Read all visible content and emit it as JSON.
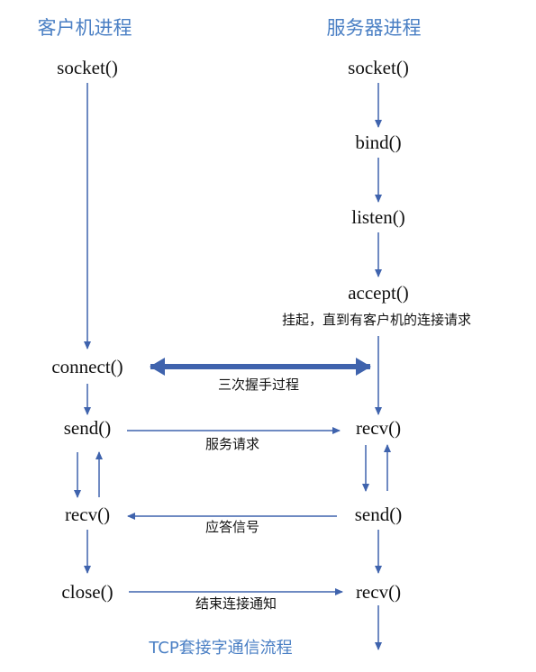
{
  "colors": {
    "arrow": "#3f63ad",
    "heading": "#4a7fc4",
    "text": "#111111"
  },
  "client": {
    "title": "客户机进程",
    "steps": [
      "socket()",
      "connect()",
      "send()",
      "recv()",
      "close()"
    ]
  },
  "server": {
    "title": "服务器进程",
    "steps": [
      "socket()",
      "bind()",
      "listen()",
      "accept()",
      "recv()",
      "send()",
      "recv()"
    ],
    "accept_note": "挂起，直到有客户机的连接请求"
  },
  "messages": {
    "handshake": "三次握手过程",
    "request": "服务请求",
    "reply": "应答信号",
    "close": "结束连接通知"
  },
  "caption": "TCP套接字通信流程"
}
